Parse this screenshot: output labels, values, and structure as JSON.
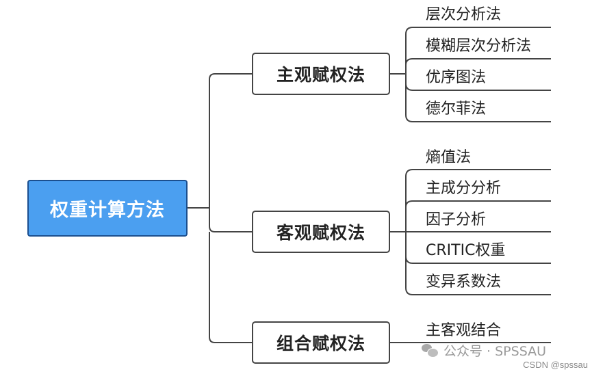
{
  "root": {
    "label": "权重计算方法"
  },
  "branches": [
    {
      "label": "主观赋权法",
      "children": [
        "层次分析法",
        "模糊层次分析法",
        "优序图法",
        "德尔菲法"
      ]
    },
    {
      "label": "客观赋权法",
      "children": [
        "熵值法",
        "主成分分析",
        "因子分析",
        "CRITIC权重",
        "变异系数法"
      ]
    },
    {
      "label": "组合赋权法",
      "children": [
        "主客观结合"
      ]
    }
  ],
  "watermark": {
    "text": "公众号 · SPSSAU",
    "icon": "wechat-icon"
  },
  "credit": {
    "text": "CSDN @spssau"
  },
  "colors": {
    "root_fill": "#4b9ff0",
    "root_border": "#1b4f8f",
    "line": "#444444"
  }
}
